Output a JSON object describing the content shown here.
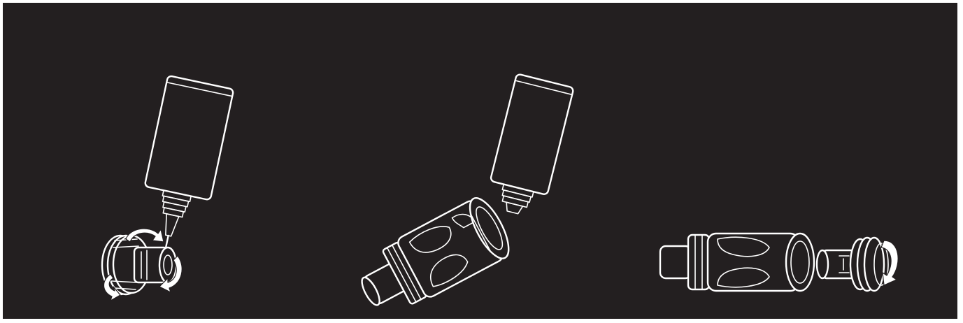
{
  "colors": {
    "background": "#231f20",
    "outline": "#ffffff",
    "page_border": "#ffffff"
  },
  "steps": [
    {
      "id": "step-fill-coil",
      "icons": [
        "bottle-icon",
        "coil-head-icon",
        "rotate-arrow-icon"
      ]
    },
    {
      "id": "step-fill-tank",
      "icons": [
        "bottle-icon",
        "tank-body-icon"
      ]
    },
    {
      "id": "step-assemble",
      "icons": [
        "tank-body-icon",
        "coil-head-icon",
        "rotate-arrow-icon"
      ]
    }
  ]
}
